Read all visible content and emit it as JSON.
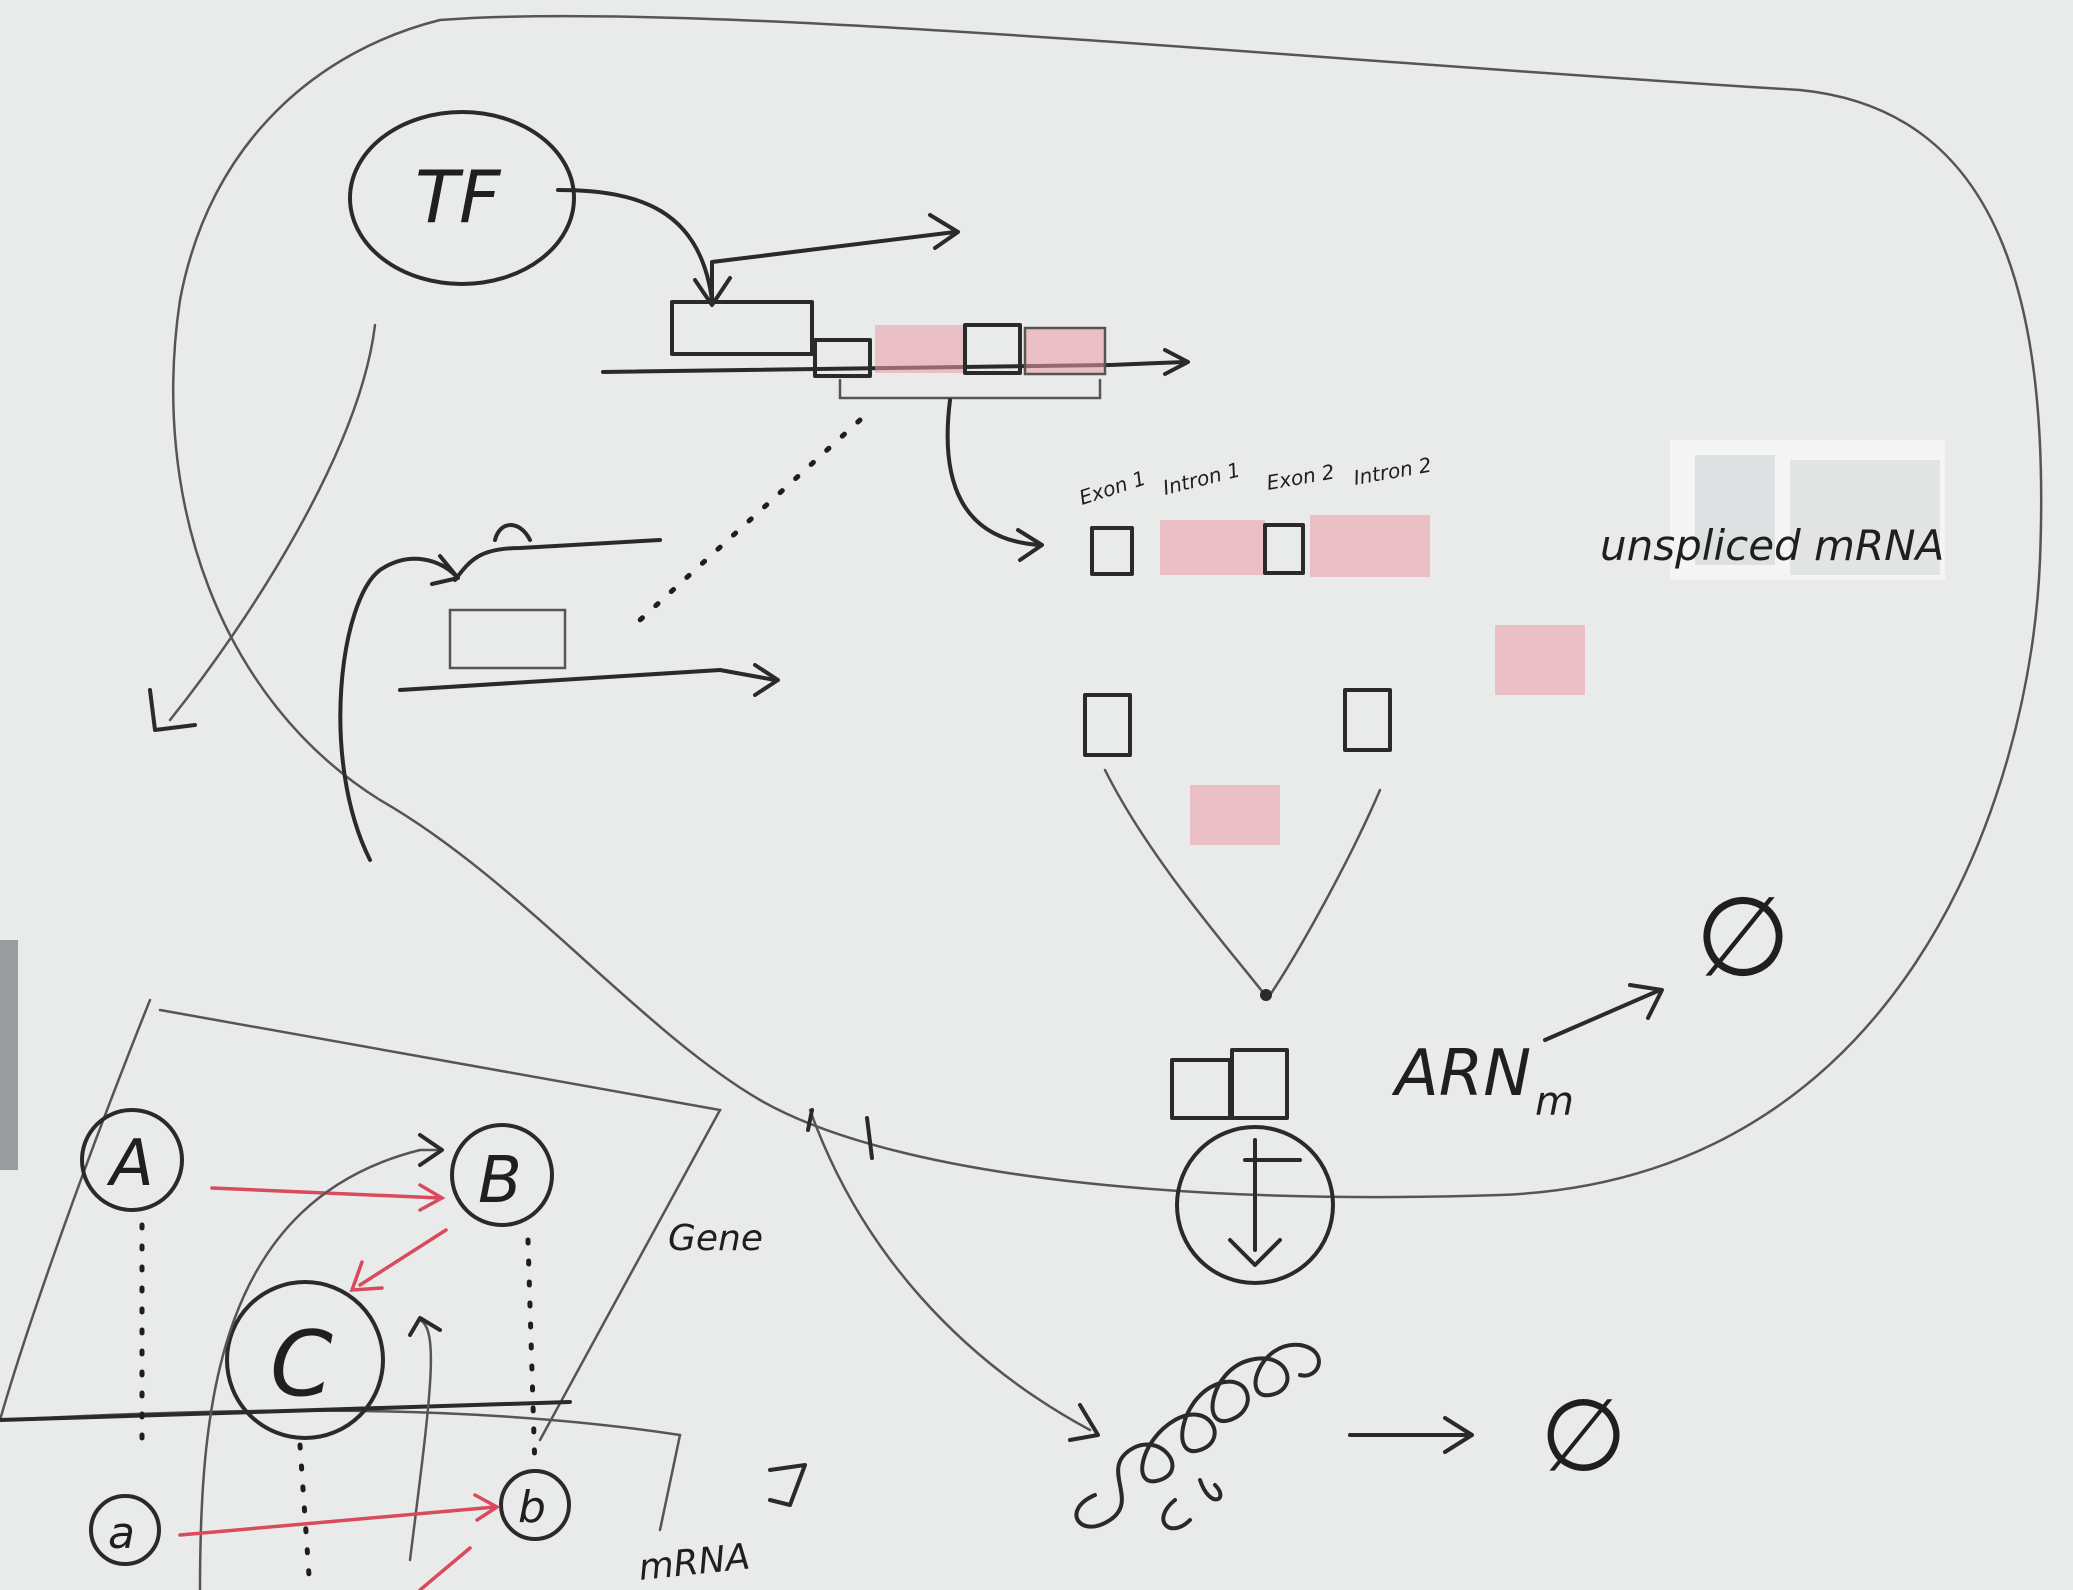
{
  "labels": {
    "tf": "TF",
    "exon1": "Exon 1",
    "intron1": "Intron 1",
    "exon2": "Exon 2",
    "intron2": "Intron 2",
    "unspliced": "unspliced mRNA",
    "arnm_main": "ARN",
    "arnm_sub": "m",
    "node_a": "A",
    "node_b": "B",
    "node_c": "C",
    "node_a_small": "a",
    "node_b_small": "b",
    "gene": "Gene",
    "mrna": "mRNA",
    "null1": "∅",
    "null2": "∅"
  },
  "colors": {
    "board": "#e9ebea",
    "ink": "#2a2a2a",
    "red_marker": "#d94b5c"
  }
}
